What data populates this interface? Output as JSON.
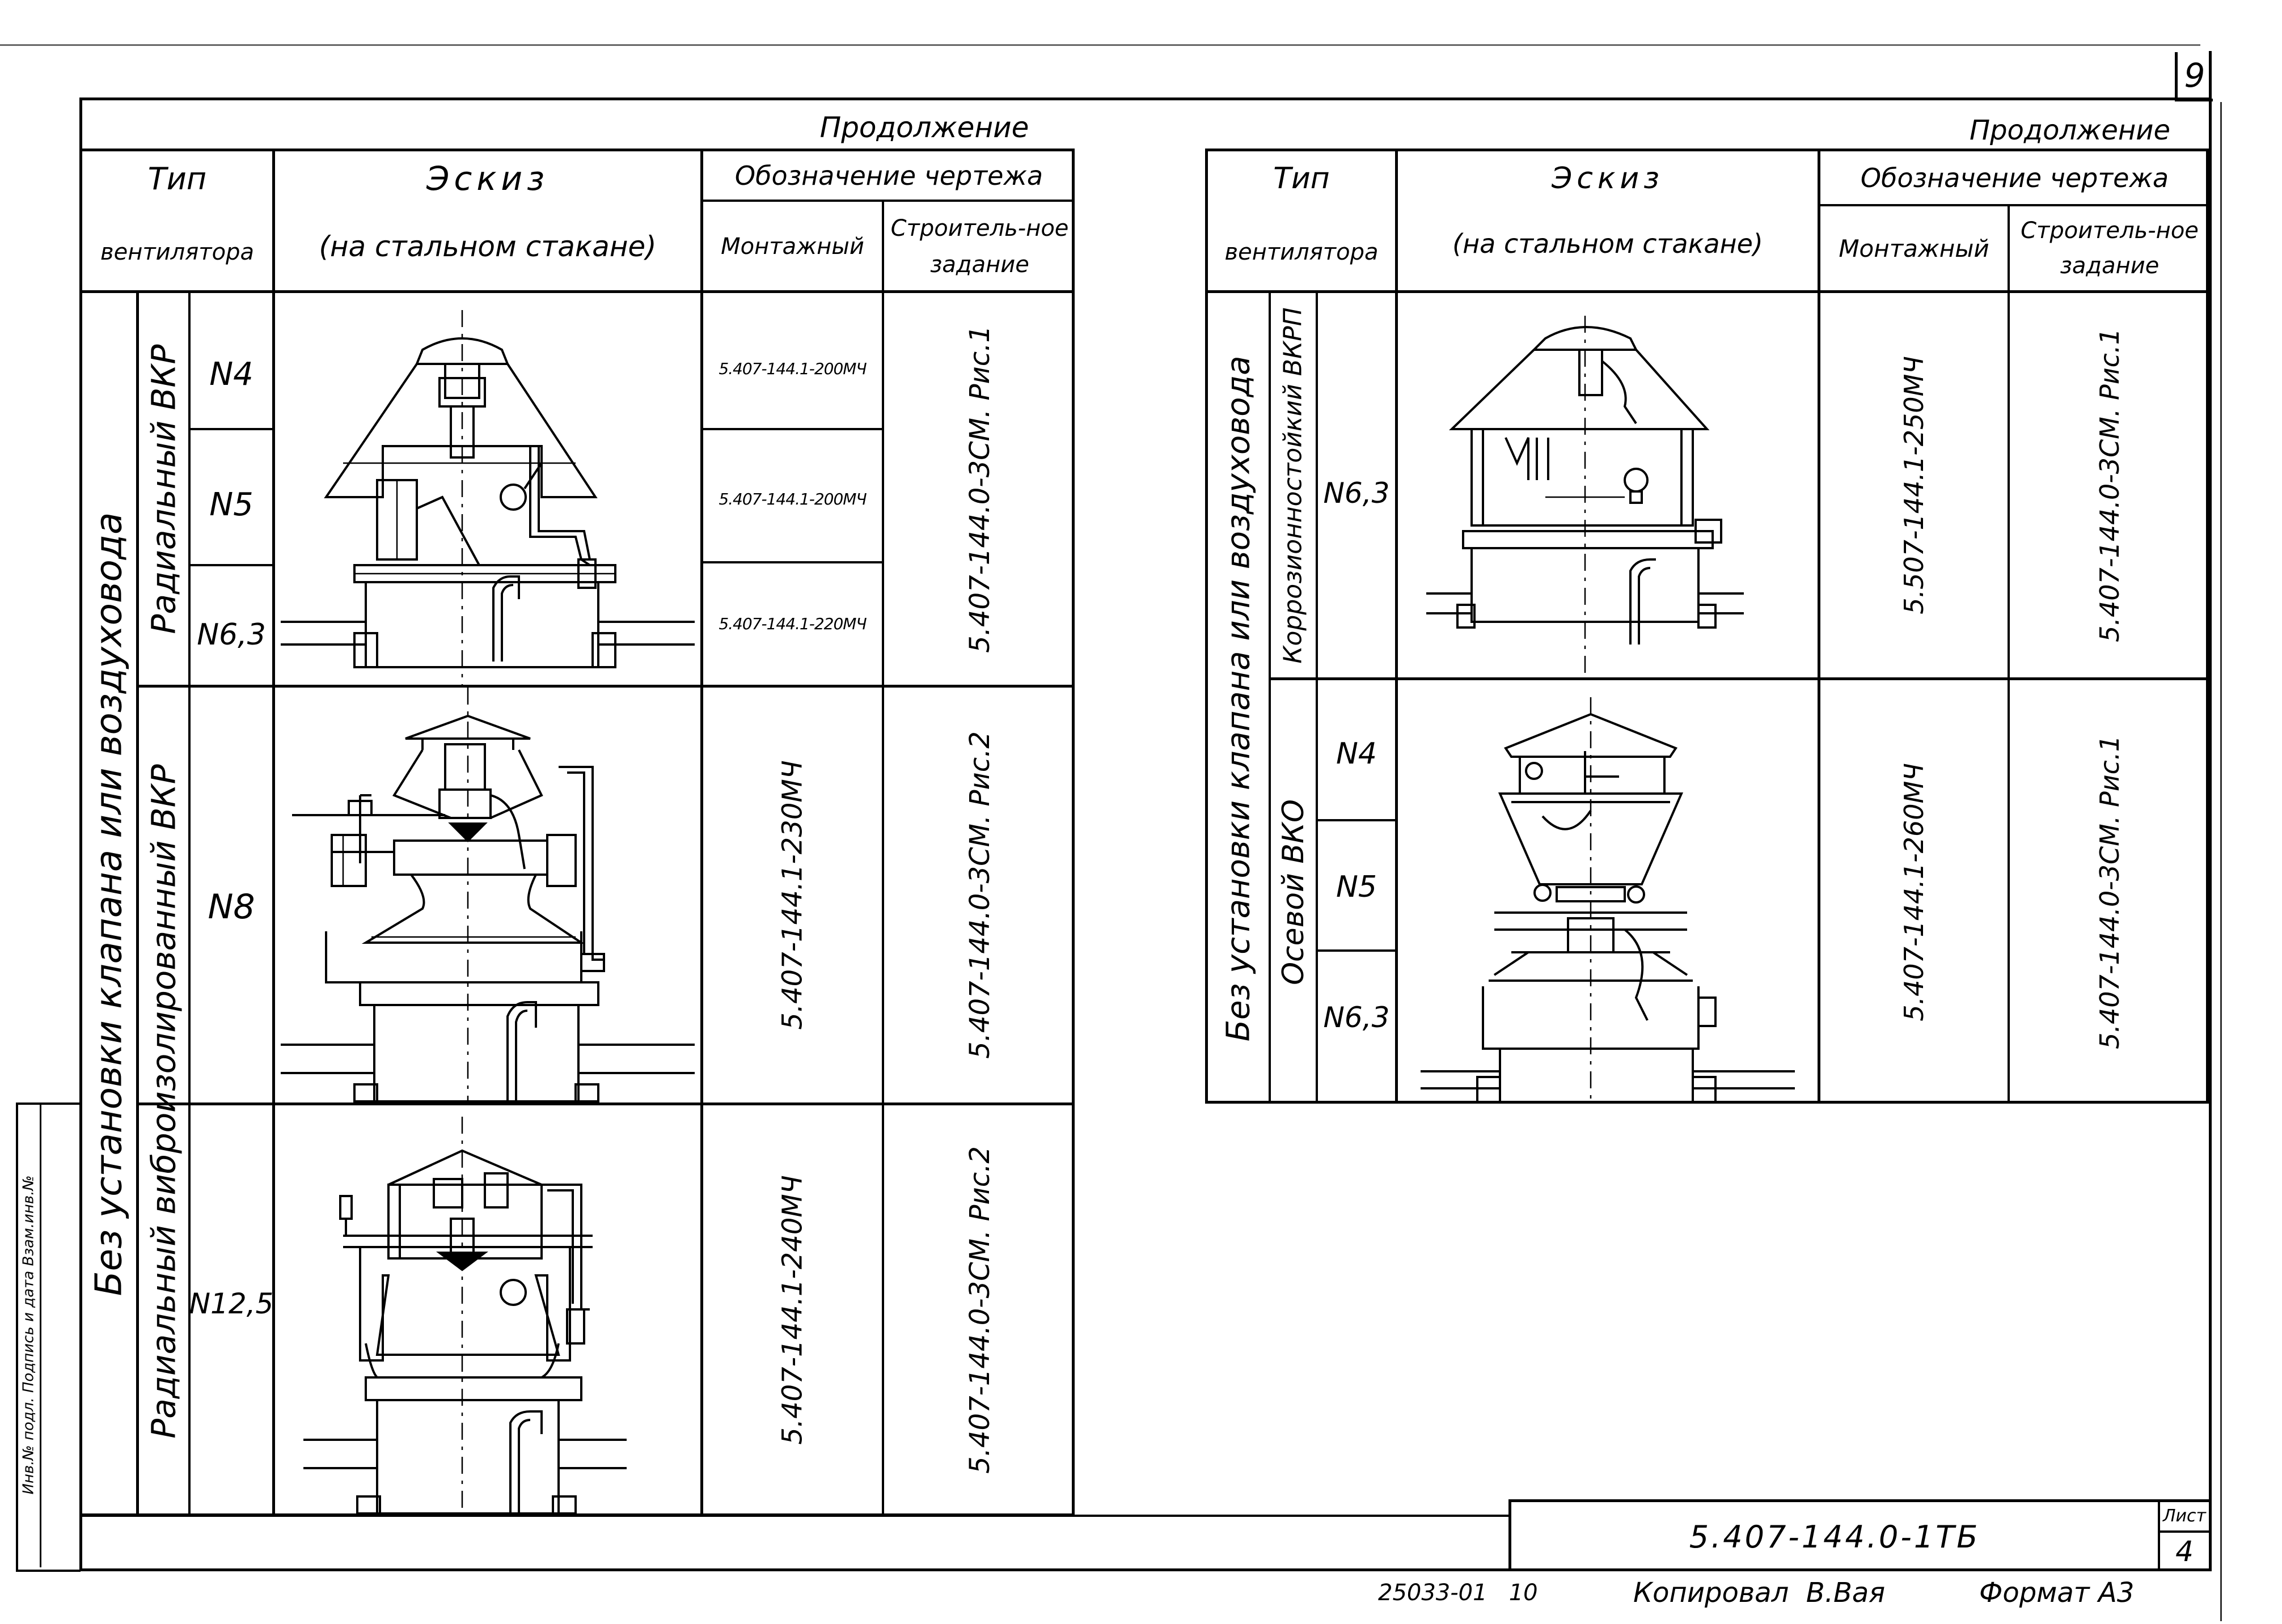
{
  "page_number": "9",
  "left_table": {
    "continuation": "Продолжение",
    "header": {
      "type_line1": "Тип",
      "type_line2": "вентилятора",
      "sketch_line1": "Эскиз",
      "sketch_line2": "(на стальном стакане)",
      "drawing_designation": "Обозначение чертежа",
      "mounting": "Монтажный",
      "construction": "Строитель-ное задание"
    },
    "group_label": "Без установки клапана или воздуховода",
    "subgroups": [
      {
        "label": "Радиальный ВКР",
        "rows": [
          {
            "size": "N4",
            "mounting": "5.407-144.1-200МЧ"
          },
          {
            "size": "N5",
            "mounting": "5.407-144.1-200МЧ"
          },
          {
            "size": "N6,3",
            "mounting": "5.407-144.1-220МЧ"
          }
        ],
        "construction": "5.407-144.0-3СМ. Рис.1"
      },
      {
        "label": "Радиальный виброизолированный ВКР",
        "rows": [
          {
            "size": "N8",
            "mounting": "5.407-144.1-230МЧ"
          }
        ],
        "construction": "5.407-144.0-3СМ. Рис.2"
      },
      {
        "label": "Радиальный виброизолированный ВКР",
        "rows": [
          {
            "size": "N12,5",
            "mounting": "5.407-144.1-240МЧ"
          }
        ],
        "construction": "5.407-144.0-3СМ. Рис.2"
      }
    ]
  },
  "right_table": {
    "continuation": "Продолжение",
    "header": {
      "type_line1": "Тип",
      "type_line2": "вентилятора",
      "sketch_line1": "Эскиз",
      "sketch_line2": "(на стальном стакане)",
      "drawing_designation": "Обозначение чертежа",
      "mounting": "Монтажный",
      "construction": "Строитель-ное задание"
    },
    "group_label": "Без установки клапана или воздуховода",
    "subgroups": [
      {
        "label": "Коррозионностойкий ВКРП",
        "rows": [
          {
            "size": "N6,3"
          }
        ],
        "mounting": "5.507-144.1-250МЧ",
        "construction": "5.407-144.0-3СМ. Рис.1"
      },
      {
        "label": "Осевой ВКО",
        "rows": [
          {
            "size": "N4"
          },
          {
            "size": "N5"
          },
          {
            "size": "N6,3"
          }
        ],
        "mounting": "5.407-144.1-260МЧ",
        "construction": "5.407-144.0-3СМ. Рис.1"
      }
    ]
  },
  "side_stamp": {
    "text": "Инв.№ подл.   Подпись и дата   Взам.инв.№"
  },
  "title_block": {
    "designation": "5.407-144.0-1ТБ",
    "sheet_label": "Лист",
    "sheet_number": "4"
  },
  "footer": {
    "code": "25033-01   10",
    "copied": "Копировал  В.Вая",
    "format": "Формат А3"
  }
}
